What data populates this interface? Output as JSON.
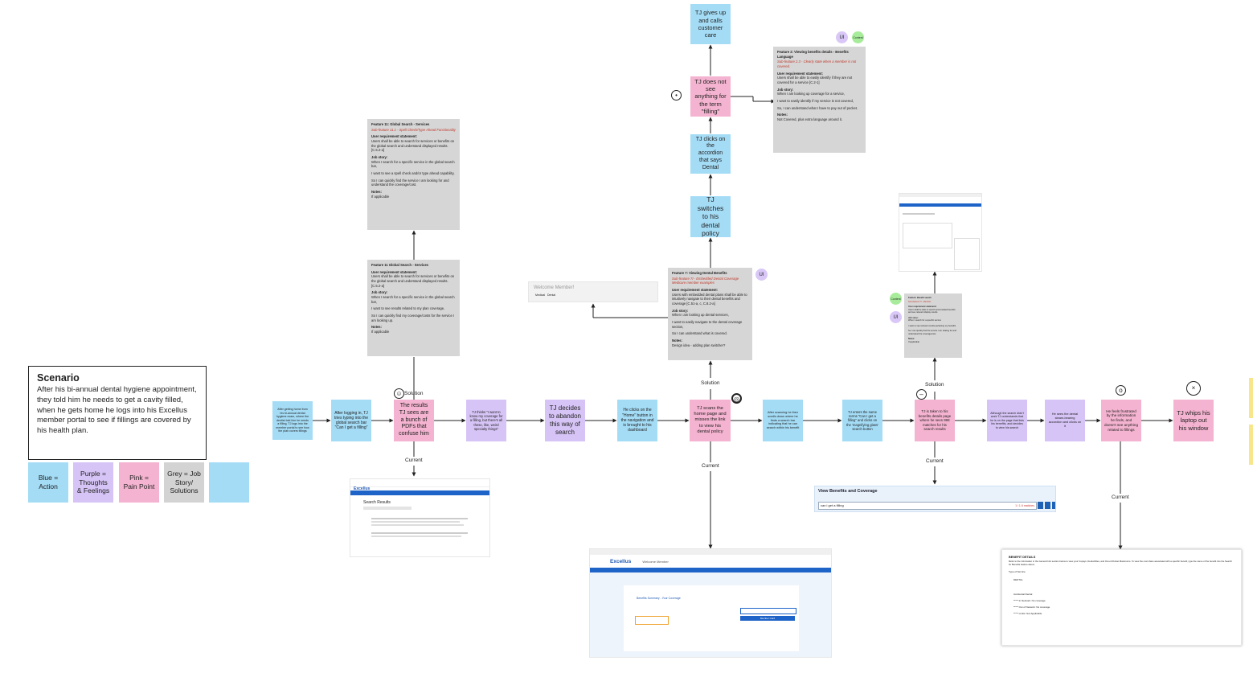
{
  "scenario": {
    "title": "Scenario",
    "text": "After his bi-annual dental hygiene appointment, they told him he needs to get a cavity filled, when he gets home he logs into his Excellus member portal to see if fillings are covered by his health plan."
  },
  "legend": [
    {
      "label": "Blue = Action",
      "color": "#a4dcf6"
    },
    {
      "label": "Purple = Thoughts & Feelings",
      "color": "#d6c4f6"
    },
    {
      "label": "Pink = Pain Point",
      "color": "#f4b3d0"
    },
    {
      "label": "Grey = Job Story/ Solutions",
      "color": "#d3d3d3"
    },
    {
      "label": "",
      "color": "#a4dcf6"
    }
  ],
  "steps": [
    {
      "text": "After getting home from his bi-annual dental hygiene exam, where the dentist told him he needs a filling, TJ logs into the member portal to see how the plan covers fillings"
    },
    {
      "text": "After logging in, TJ tries typing into the global search bar \"Can I get a filling\""
    },
    {
      "text": "The results TJ sees are a bunch of PDFs that confuse him"
    },
    {
      "text": "TJ thinks \"I want to know my coverage for a filling, but there's all these, like, weird specialty things\""
    },
    {
      "text": "TJ decides to abandon this way of search"
    },
    {
      "text": "He clicks on the \"Home\" button in the navigation and is brought to his dashboard"
    },
    {
      "text": "TJ scans the home page and misses the link to view his dental policy"
    },
    {
      "text": "After scanning he then scrolls down where he finds a search bar indicating that he can search within his benefit"
    },
    {
      "text": "TJ enters the same terms \"Can I get a filling\" and clicks on the 'magnifying glass' search button"
    },
    {
      "text": "TJ is taken to his benefits details page where he sees 998 matches for his search results"
    },
    {
      "text": "Although the search didn't work TJ understands that he is on the page that lists his benefits, and decides to view his search"
    },
    {
      "text": "He sees the dental steam-bearing accordion and clicks on it"
    },
    {
      "text": "He feels frustrated by the information he finds, and doesn't see anything related to fillings"
    },
    {
      "text": "TJ whips his laptop out his window"
    }
  ],
  "upper_steps": [
    {
      "text": "TJ switches to his dental policy"
    },
    {
      "text": "TJ clicks on the accordion that says Dental"
    },
    {
      "text": "TJ does not see anything for the term \"filling\""
    },
    {
      "text": "TJ gives up and calls customer care"
    }
  ],
  "labels": {
    "solution": "Solution",
    "current": "Current",
    "ui": "UI",
    "content": "Content"
  },
  "notes": {
    "n1": {
      "title": "Feature 11: Global Search - Services",
      "subtitle": "Sub-feature 11.1 - Spell Check/Type Ahead Functionality",
      "lines": [
        {
          "h": "User requirement statement:",
          "t": "Users shall be able to search for services or benefits on the global search and understand displayed results. [C.5.2-a]"
        },
        {
          "h": "Job story:",
          "t": "When I search for a specific service in the global search bar,"
        },
        {
          "h": "",
          "t": "I want to see a spell check and/or type ahead capability,"
        },
        {
          "h": "",
          "t": "So I can quickly find the service I am looking for and understand the coverage/cost."
        },
        {
          "h": "Notes:",
          "t": "If applicable"
        }
      ]
    },
    "n2": {
      "title": "Feature 11 Global Search - Services",
      "subtitle": "",
      "lines": [
        {
          "h": "User requirement statement:",
          "t": "Users shall be able to search for services or benefits on the global search and understand displayed results. [C.5.2-a]"
        },
        {
          "h": "Job story:",
          "t": "When I search for a specific service in the global search bar,"
        },
        {
          "h": "",
          "t": "I want to see results related to my plan coverage,"
        },
        {
          "h": "",
          "t": "So I can quickly find my coverage/costs for the service I am looking up."
        },
        {
          "h": "Notes:",
          "t": "If applicable"
        }
      ]
    },
    "n3": {
      "title": "Feature 7: Viewing Dental Benefits",
      "subtitle": "Sub-feature 7I - Embedded Dental Coverage Medicare member examples",
      "lines": [
        {
          "h": "User requirement statement:",
          "t": "Users with embedded dental plans shall be able to intuitively navigate to their dental benefits and coverage [C.51-a, c, C.8.2-a]"
        },
        {
          "h": "Job story:",
          "t": "When I am looking up dental services,"
        },
        {
          "h": "",
          "t": "I want to easily navigate to the dental coverage section,"
        },
        {
          "h": "",
          "t": "So I can understand what is covered."
        },
        {
          "h": "Notes:",
          "t": "Design idea - adding plan switcher?"
        }
      ]
    },
    "n4": {
      "title": "Feature 2: Viewing benefits details - Benefits Language",
      "subtitle": "Sub-feature 2.3 - Clearly state when a member is not covered.",
      "lines": [
        {
          "h": "User requirement statement:",
          "t": "Users shall be able to easily identify if they are not covered for a service [C.2-1]"
        },
        {
          "h": "Job story:",
          "t": "When I am looking up coverage for a service,"
        },
        {
          "h": "",
          "t": "I want to easily identify if my service is not covered,"
        },
        {
          "h": "",
          "t": "So, I can understand what I have to pay out of pocket."
        },
        {
          "h": "Notes:",
          "t": "Not Covered, plus extra language around it."
        }
      ]
    },
    "n5": {
      "title": "Feature: Benefit search",
      "subtitle": "Sub-feature 7I - Member",
      "lines": [
        {
          "h": "User requirement statement:",
          "t": "Users shall be able to search accumulated benefits and see relevant display results."
        },
        {
          "h": "Job story:",
          "t": "When I search for a specific service"
        },
        {
          "h": "",
          "t": "I want to see relevant results pertaining my benefits"
        },
        {
          "h": "",
          "t": "So I can quickly find the service I am looking for and understand the coverage/cost."
        },
        {
          "h": "Notes:",
          "t": "If applicable"
        }
      ]
    }
  },
  "shots": {
    "welcome": {
      "title": "Welcome Member!",
      "tabs": [
        "Medical",
        "Dental"
      ]
    },
    "benefits_search": {
      "title": "View Benefits and Coverage",
      "query": "can i get a filling",
      "matches": "1 / 1 6 matches"
    },
    "search_results": {
      "brand": "Excellus",
      "heading": "Search Results"
    },
    "portal": {
      "brand": "Excellus",
      "member": "Welcome Member",
      "link1": "Benefits Summary - Your Coverage",
      "card_btn": "Member Card"
    },
    "benefit_details": {
      "title": "BENEFIT DETAILS",
      "intro": "Refer to the information in the General Info section below to view your Copays, Deductibles, and Out-of-Pocket Maximums. To view the cost share associated with a specific benefit, type the name of the benefit into the Search for Benefits feature above.",
      "type": "Type of Service",
      "category": "DENTAL",
      "items": [
        "Accidental Dental",
        "***** In Network: No coverage",
        "***** Out of Network: No coverage",
        "***** Limits: Not Applicable"
      ]
    }
  }
}
